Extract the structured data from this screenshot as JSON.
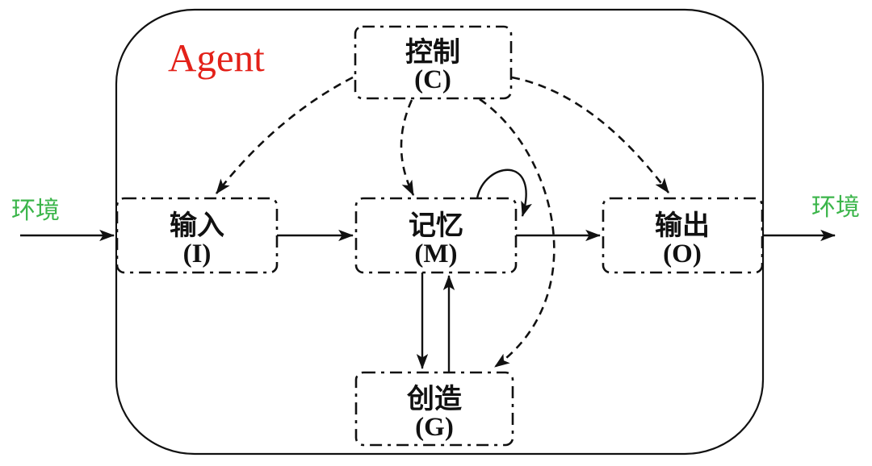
{
  "diagram": {
    "agent_label": "Agent",
    "environment_left": "环境",
    "environment_right": "环境",
    "nodes": {
      "control": {
        "label": "控制",
        "code": "(C)"
      },
      "input": {
        "label": "输入",
        "code": "(I)"
      },
      "memory": {
        "label": "记忆",
        "code": "(M)"
      },
      "output": {
        "label": "输出",
        "code": "(O)"
      },
      "create": {
        "label": "创造",
        "code": "(G)"
      }
    },
    "colors": {
      "agent_red": "#e32119",
      "environment_green": "#3bb54a",
      "line_black": "#111111"
    },
    "edges": [
      {
        "from": "environment",
        "to": "input",
        "style": "solid"
      },
      {
        "from": "input",
        "to": "memory",
        "style": "solid"
      },
      {
        "from": "memory",
        "to": "output",
        "style": "solid"
      },
      {
        "from": "output",
        "to": "environment",
        "style": "solid"
      },
      {
        "from": "memory",
        "to": "memory",
        "style": "solid"
      },
      {
        "from": "memory",
        "to": "create",
        "style": "solid"
      },
      {
        "from": "create",
        "to": "memory",
        "style": "solid"
      },
      {
        "from": "control",
        "to": "input",
        "style": "dashed"
      },
      {
        "from": "control",
        "to": "memory",
        "style": "dashed"
      },
      {
        "from": "control",
        "to": "output",
        "style": "dashed"
      },
      {
        "from": "control",
        "to": "create",
        "style": "dashed"
      }
    ]
  }
}
